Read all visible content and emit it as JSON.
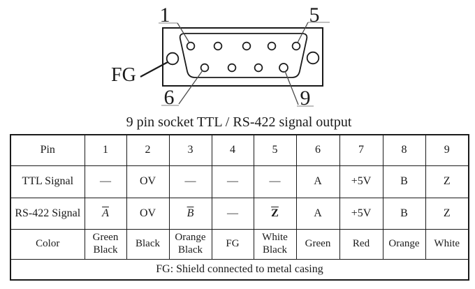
{
  "title": "9 pin socket TTL / RS-422 signal output",
  "diagram": {
    "labels": {
      "pin1": "1",
      "pin5": "5",
      "pin6": "6",
      "pin9": "9",
      "fg": "FG"
    }
  },
  "table": {
    "rows": [
      {
        "cells": [
          "Pin",
          "1",
          "2",
          "3",
          "4",
          "5",
          "6",
          "7",
          "8",
          "9"
        ]
      },
      {
        "cells": [
          "TTL Signal",
          "—",
          "OV",
          "—",
          "—",
          "—",
          "A",
          "+5V",
          "B",
          "Z"
        ]
      },
      {
        "cells": [
          "RS-422 Signal",
          "A",
          "OV",
          "B",
          "—",
          "Z",
          "A",
          "+5V",
          "B",
          "Z"
        ]
      },
      {
        "cells": [
          "Color",
          "Green Black",
          "Black",
          "Orange Black",
          "FG",
          "White Black",
          "Green",
          "Red",
          "Orange",
          "White"
        ]
      }
    ],
    "footer": "FG: Shield connected to metal casing"
  },
  "colors": {
    "ink": "#1a1a1a",
    "leader": "#4a4a4a",
    "tail": "#9a9a9a",
    "bg": "#ffffff"
  }
}
